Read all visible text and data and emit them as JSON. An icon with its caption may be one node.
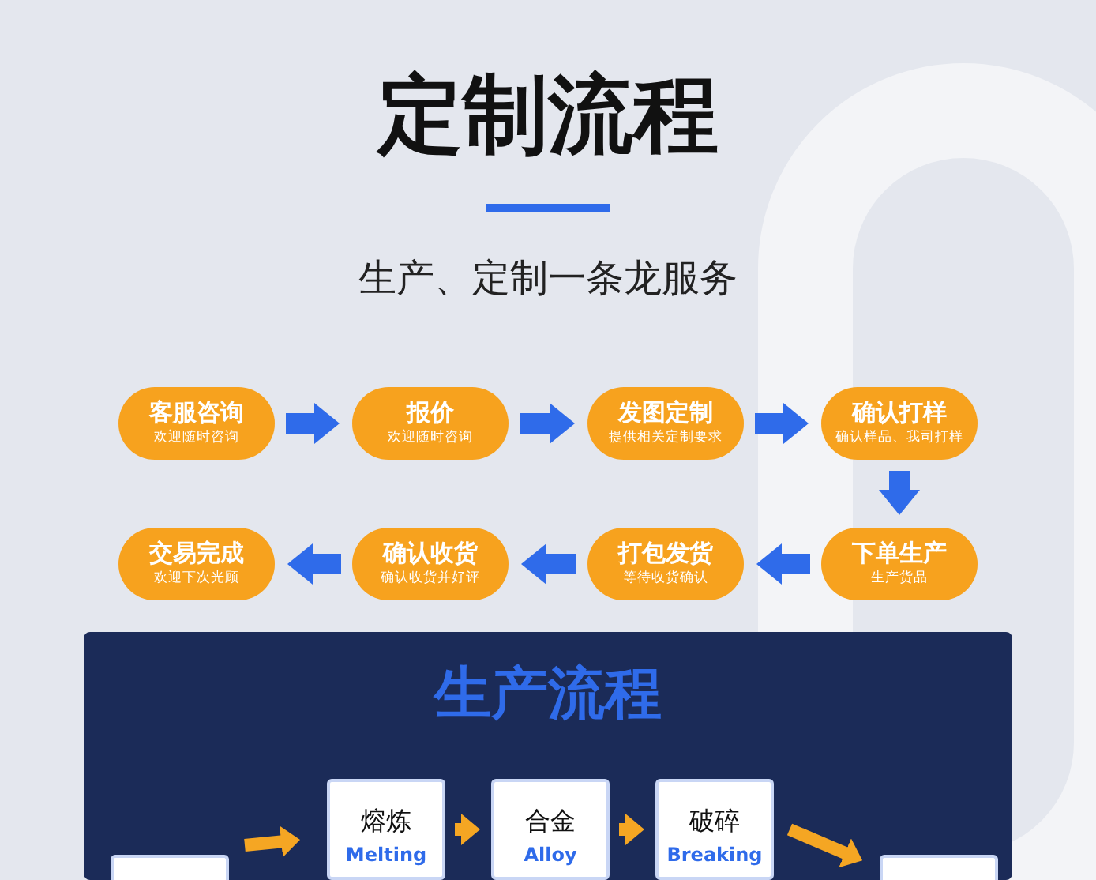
{
  "diagram": {
    "title": "定制流程",
    "nodes": [
      {
        "text": [
          "客服咨询",
          "欢迎随时咨询"
        ]
      },
      {
        "text": [
          "报价",
          "欢迎随时咨询"
        ]
      },
      {
        "text": [
          "发图定制",
          "提供相关定制要求"
        ]
      },
      {
        "text": [
          "确认打样",
          "确认样品、我司打样"
        ]
      },
      {
        "text": [
          "下单生产",
          "生产货品"
        ]
      },
      {
        "text": [
          "打包发货",
          "等待收货确认"
        ]
      },
      {
        "text": [
          "确认收货",
          "确认收货并好评"
        ]
      },
      {
        "text": [
          "交易完成",
          "欢迎下次光顾"
        ]
      },
      {
        "text": [
          "生产流程"
        ]
      },
      {
        "text": [],
        "shape": "box",
        "in": 8
      },
      {
        "text": [
          "熔炼",
          "Melting"
        ],
        "in": 8
      },
      {
        "text": [
          "合金",
          "Alloy"
        ],
        "in": 8
      },
      {
        "text": [
          "破碎",
          "Breaking"
        ],
        "in": 8
      },
      {
        "text": [],
        "shape": "box",
        "in": 8
      }
    ],
    "edges": [
      {
        "from": 0,
        "to": 1,
        "arrow": "to"
      },
      {
        "from": 1,
        "to": 2,
        "arrow": "to"
      },
      {
        "from": 2,
        "to": 3,
        "arrow": "to"
      },
      {
        "from": 3,
        "to": 4,
        "arrow": "to"
      },
      {
        "from": 4,
        "to": 5,
        "arrow": "to"
      },
      {
        "from": 5,
        "to": 6,
        "arrow": "to"
      },
      {
        "from": 6,
        "to": 7,
        "arrow": "to"
      },
      {
        "from": 9,
        "to": 10,
        "arrow": "to",
        "color": "#f5a623"
      },
      {
        "from": 10,
        "to": 11,
        "arrow": "to",
        "color": "#f5a623"
      },
      {
        "from": 11,
        "to": 12,
        "arrow": "to",
        "color": "#f5a623"
      },
      {
        "from": 12,
        "to": 13,
        "arrow": "to",
        "color": "#f5a623"
      }
    ],
    "labels": [
      "生产、定制一条龙服务"
    ]
  }
}
